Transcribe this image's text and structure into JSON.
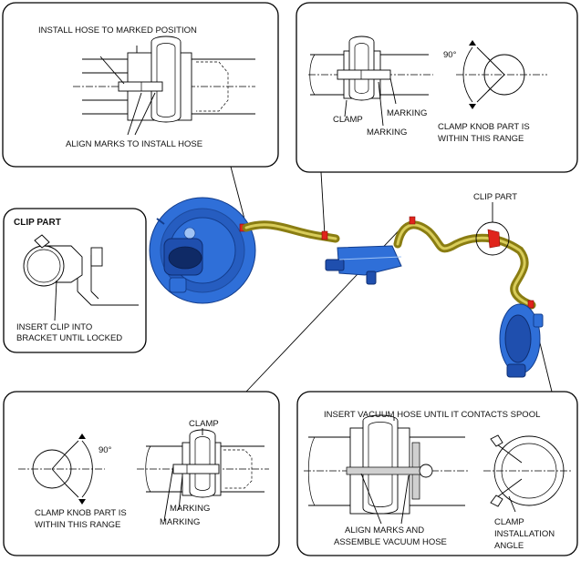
{
  "panels": {
    "top_left": {
      "label_install": "INSTALL HOSE TO MARKED POSITION",
      "label_align": "ALIGN MARKS TO INSTALL HOSE"
    },
    "top_right": {
      "label_angle": "90°",
      "label_clamp": "CLAMP",
      "label_marking_1": "MARKING",
      "label_marking_2": "MARKING",
      "label_knob_1": "CLAMP KNOB PART IS",
      "label_knob_2": "WITHIN THIS RANGE"
    },
    "clip": {
      "title": "CLIP PART",
      "label_insert_1": "INSERT CLIP INTO",
      "label_insert_2": "BRACKET UNTIL LOCKED"
    },
    "center": {
      "label_clip_part": "CLIP PART"
    },
    "bottom_left": {
      "label_angle": "90°",
      "label_clamp": "CLAMP",
      "label_knob_1": "CLAMP KNOB PART IS",
      "label_knob_2": "WITHIN THIS RANGE",
      "label_marking_1": "MARKING",
      "label_marking_2": "MARKING"
    },
    "bottom_right": {
      "label_insert": "INSERT VACUUM HOSE UNTIL IT CONTACTS SPOOL",
      "label_align_1": "ALIGN MARKS AND",
      "label_align_2": "ASSEMBLE VACUUM HOSE",
      "label_clamp_1": "CLAMP",
      "label_clamp_2": "INSTALLATION",
      "label_clamp_3": "ANGLE"
    }
  },
  "colors": {
    "booster_blue": "#2f6fd8",
    "hose_olive": "#8a7d12",
    "marking_red": "#e0241c"
  }
}
